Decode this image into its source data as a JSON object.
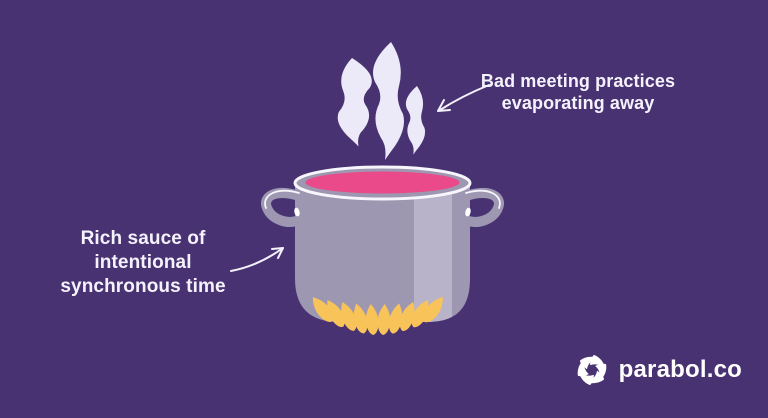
{
  "canvas": {
    "description": "Parabol illustration of a cooking pot metaphor for meetings"
  },
  "annotations": {
    "steam_label": {
      "line1": "Bad meeting practices",
      "line2": "evaporating away"
    },
    "pot_label": {
      "line1": "Rich sauce of intentional",
      "line2": "synchronous time"
    }
  },
  "branding": {
    "logo_text": "parabol.co",
    "logo_icon": "parabol-swirl-icon"
  },
  "illustration": {
    "parts": [
      "steam-icon",
      "cooking-pot-icon",
      "burner-flames-icon",
      "arrow-to-steam",
      "arrow-to-pot"
    ],
    "colors": {
      "background": "#493272",
      "pot_body": "#9D97B1",
      "pot_highlight": "#B8B3C8",
      "pot_outline": "#F7F6FC",
      "sauce": "#EA4A89",
      "steam": "#ECEAF8",
      "flame": "#F8C45A",
      "label_text": "#F4F2FC"
    }
  }
}
